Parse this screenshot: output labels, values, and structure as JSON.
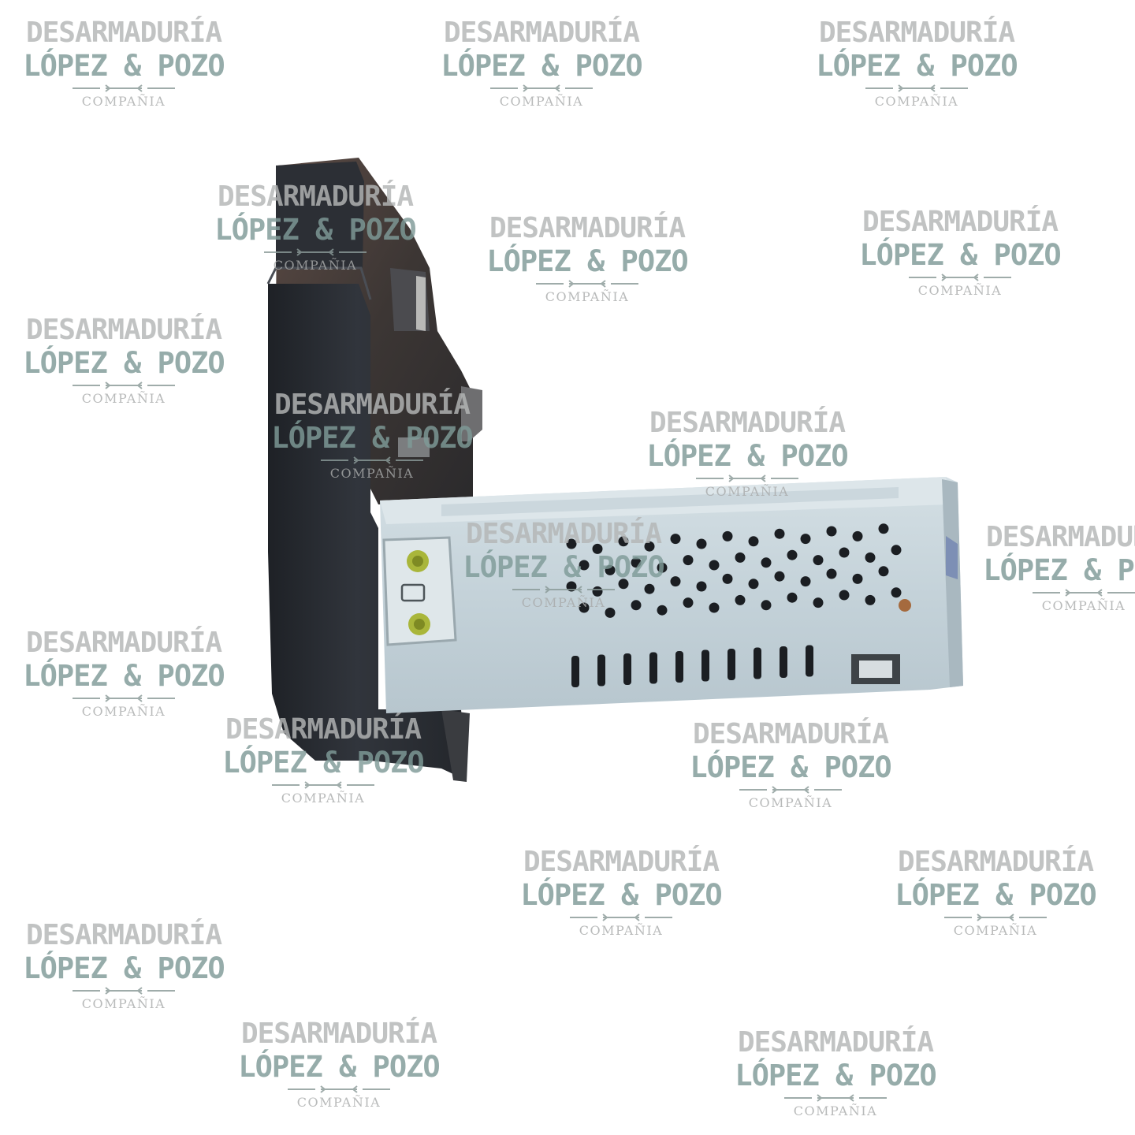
{
  "watermark": {
    "line1": "DESARMADURÍA",
    "line2": "LÓPEZ & POZO",
    "line3": "COMPAÑIA",
    "line1_color": "#b4b6b6",
    "line2_color": "#7f9b98",
    "line3_color": "#a9abab",
    "ornament_icon": "wrench-divider-icon"
  },
  "product": {
    "subject": "car-radio-unit-with-metal-casing",
    "bracket_color": "#2a2d33",
    "casing_color": "#c9d6dc"
  },
  "colors": {
    "background": "#ffffff"
  }
}
